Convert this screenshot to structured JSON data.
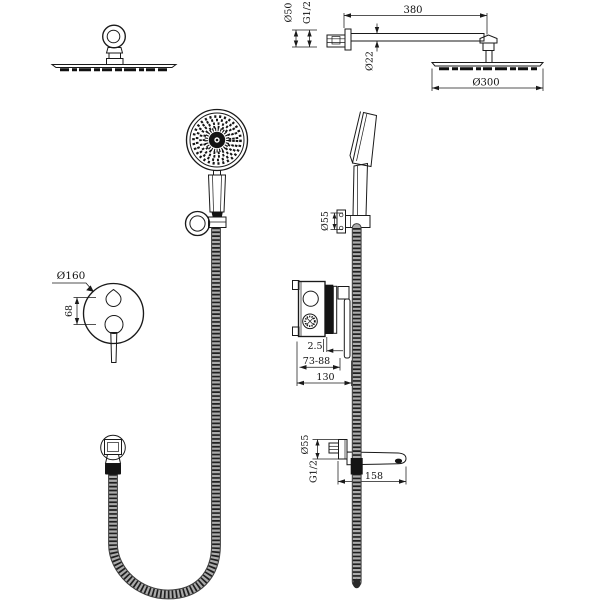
{
  "drawing": {
    "background": "#ffffff",
    "line_color": "#1a1a1a",
    "hose_base_color": "#ababab",
    "hose_rib_color": "#1f1f1f",
    "dims": {
      "arm_length": "380",
      "arm_flange_diameter": "Ø50",
      "arm_thread": "G1/2",
      "arm_diameter": "Ø22",
      "head_diameter": "Ø300",
      "holder_diameter": "Ø55",
      "mixer_plate_diameter": "Ø160",
      "mixer_handle_spacing": "68",
      "trim_thickness": "2.5",
      "install_depth_range": "73-88",
      "valve_width": "130",
      "spout_flange_diameter": "Ø55",
      "spout_thread": "G1/2",
      "spout_length": "158"
    }
  }
}
